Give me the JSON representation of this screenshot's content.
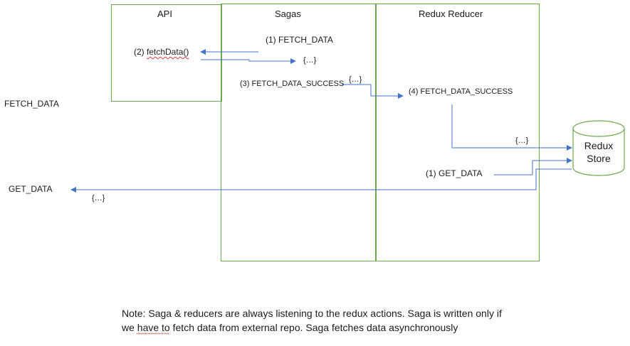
{
  "columns": {
    "api": "API",
    "sagas": "Sagas",
    "reducer": "Redux Reducer"
  },
  "outside": {
    "fetch_data": "FETCH_DATA",
    "get_data": "GET_DATA"
  },
  "steps": {
    "fetch_data": "(1) FETCH_DATA",
    "fetch_data_fn_prefix": "(2) ",
    "fetch_data_fn": "fetchData()",
    "fetch_success_saga": "(3) FETCH_DATA_SUCCESS",
    "fetch_success_reducer": "(4) FETCH_DATA_SUCCESS",
    "get_data": "(1) GET_DATA"
  },
  "payloads": {
    "api_response": "{…}",
    "saga_payload": "{…}",
    "reducer_payload": "{…}",
    "get_response": "{…}"
  },
  "store": {
    "line1": "Redux",
    "line2": "Store"
  },
  "note": {
    "part1": "Note: Saga & reducers are always listening to the redux actions. Saga is written only if",
    "part2_pre": "we ",
    "part2_marked": "have to",
    "part2_post": " fetch data from external repo. Saga fetches data asynchronously"
  },
  "colors": {
    "box_border": "#6aa84f",
    "arrow": "#4472c4"
  }
}
